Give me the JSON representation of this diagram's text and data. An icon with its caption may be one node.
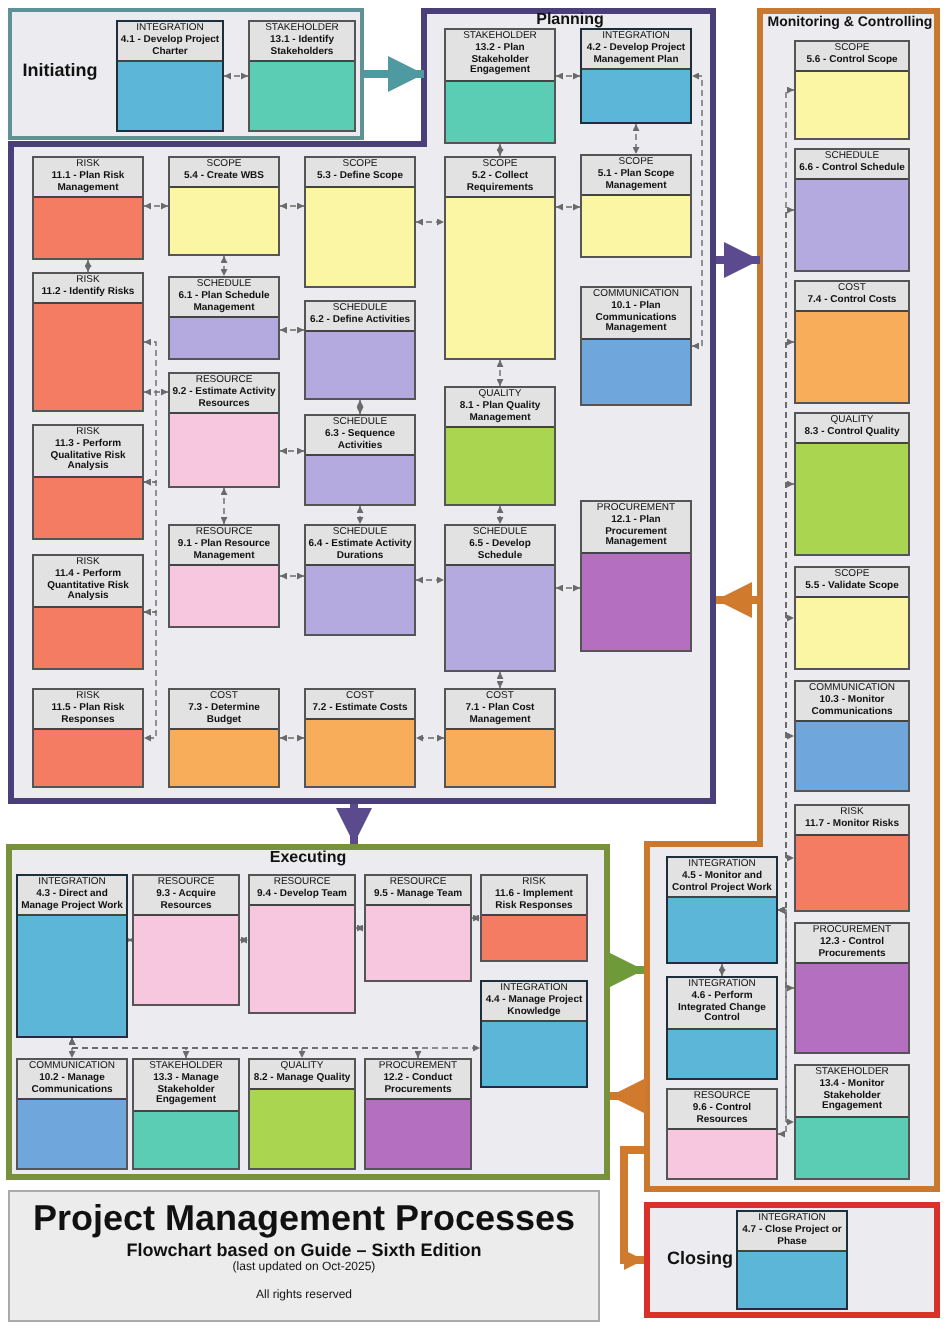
{
  "diagram": {
    "title": "Project Management Processes",
    "nodes": [
      {
        "text": [
          "Initiating"
        ]
      },
      {
        "text": [
          "INTEGRATION",
          "4.1 - Develop Project Charter"
        ],
        "in": 0
      },
      {
        "text": [
          "STAKEHOLDER",
          "13.1 - Identify Stakeholders"
        ],
        "in": 0
      },
      {
        "text": [
          "Planning"
        ]
      },
      {
        "text": [
          "STAKEHOLDER",
          "13.2 - Plan Stakeholder Engagement"
        ],
        "in": 3
      },
      {
        "text": [
          "INTEGRATION",
          "4.2 - Develop Project Management Plan"
        ],
        "in": 3
      },
      {
        "text": [
          "RISK",
          "11.1 - Plan Risk Management"
        ],
        "in": 3
      },
      {
        "text": [
          "RISK",
          "11.2 - Identify Risks"
        ],
        "in": 3
      },
      {
        "text": [
          "RISK",
          "11.3 - Perform Qualitative Risk Analysis"
        ],
        "in": 3
      },
      {
        "text": [
          "RISK",
          "11.4 - Perform Quantitative Risk Analysis"
        ],
        "in": 3
      },
      {
        "text": [
          "RISK",
          "11.5 - Plan Risk Responses"
        ],
        "in": 3
      },
      {
        "text": [
          "SCOPE",
          "5.4 - Create WBS"
        ],
        "in": 3
      },
      {
        "text": [
          "SCHEDULE",
          "6.1 - Plan Schedule Management"
        ],
        "in": 3
      },
      {
        "text": [
          "RESOURCE",
          "9.2 - Estimate Activity Resources"
        ],
        "in": 3
      },
      {
        "text": [
          "RESOURCE",
          "9.1 - Plan Resource Management"
        ],
        "in": 3
      },
      {
        "text": [
          "COST",
          "7.3 - Determine Budget"
        ],
        "in": 3
      },
      {
        "text": [
          "SCOPE",
          "5.3 - Define Scope"
        ],
        "in": 3
      },
      {
        "text": [
          "SCHEDULE",
          "6.2 - Define Activities"
        ],
        "in": 3
      },
      {
        "text": [
          "SCHEDULE",
          "6.3 - Sequence Activities"
        ],
        "in": 3
      },
      {
        "text": [
          "SCHEDULE",
          "6.4 - Estimate Activity Durations"
        ],
        "in": 3
      },
      {
        "text": [
          "COST",
          "7.2 - Estimate Costs"
        ],
        "in": 3
      },
      {
        "text": [
          "SCOPE",
          "5.2 - Collect Requirements"
        ],
        "in": 3
      },
      {
        "text": [
          "QUALITY",
          "8.1 - Plan Quality Management"
        ],
        "in": 3
      },
      {
        "text": [
          "SCHEDULE",
          "6.5 - Develop Schedule"
        ],
        "in": 3
      },
      {
        "text": [
          "COST",
          "7.1 - Plan Cost Management"
        ],
        "in": 3
      },
      {
        "text": [
          "SCOPE",
          "5.1 - Plan Scope Management"
        ],
        "in": 3
      },
      {
        "text": [
          "COMMUNICATION",
          "10.1 - Plan Communications Management"
        ],
        "in": 3
      },
      {
        "text": [
          "PROCUREMENT",
          "12.1 - Plan Procurement Management"
        ],
        "in": 3
      },
      {
        "text": [
          "Executing"
        ]
      },
      {
        "text": [
          "INTEGRATION",
          "4.3 - Direct and Manage Project Work"
        ],
        "in": 28
      },
      {
        "text": [
          "RESOURCE",
          "9.3 - Acquire Resources"
        ],
        "in": 28
      },
      {
        "text": [
          "RESOURCE",
          "9.4 - Develop Team"
        ],
        "in": 28
      },
      {
        "text": [
          "RESOURCE",
          "9.5 - Manage Team"
        ],
        "in": 28
      },
      {
        "text": [
          "RISK",
          "11.6 - Implement Risk Responses"
        ],
        "in": 28
      },
      {
        "text": [
          "INTEGRATION",
          "4.4 - Manage Project Knowledge"
        ],
        "in": 28
      },
      {
        "text": [
          "COMMUNICATION",
          "10.2 - Manage Communications"
        ],
        "in": 28
      },
      {
        "text": [
          "STAKEHOLDER",
          "13.3 - Manage Stakeholder Engagement"
        ],
        "in": 28
      },
      {
        "text": [
          "QUALITY",
          "8.2 - Manage Quality"
        ],
        "in": 28
      },
      {
        "text": [
          "PROCUREMENT",
          "12.2 - Conduct Procurements"
        ],
        "in": 28
      },
      {
        "text": [
          "Monitoring & Controlling"
        ]
      },
      {
        "text": [
          "SCOPE",
          "5.6 - Control Scope"
        ],
        "in": 39
      },
      {
        "text": [
          "SCHEDULE",
          "6.6 - Control Schedule"
        ],
        "in": 39
      },
      {
        "text": [
          "COST",
          "7.4 - Control Costs"
        ],
        "in": 39
      },
      {
        "text": [
          "QUALITY",
          "8.3 - Control Quality"
        ],
        "in": 39
      },
      {
        "text": [
          "SCOPE",
          "5.5 - Validate Scope"
        ],
        "in": 39
      },
      {
        "text": [
          "COMMUNICATION",
          "10.3 - Monitor Communications"
        ],
        "in": 39
      },
      {
        "text": [
          "RISK",
          "11.7 - Monitor Risks"
        ],
        "in": 39
      },
      {
        "text": [
          "PROCUREMENT",
          "12.3 - Control Procurements"
        ],
        "in": 39
      },
      {
        "text": [
          "STAKEHOLDER",
          "13.4 - Monitor Stakeholder Engagement"
        ],
        "in": 39
      },
      {
        "text": [
          "INTEGRATION",
          "4.5 - Monitor and Control Project Work"
        ],
        "in": 39
      },
      {
        "text": [
          "INTEGRATION",
          "4.6 - Perform Integrated Change Control"
        ],
        "in": 39
      },
      {
        "text": [
          "RESOURCE",
          "9.6 - Control Resources"
        ],
        "in": 39
      },
      {
        "text": [
          "Closing"
        ]
      },
      {
        "text": [
          "INTEGRATION",
          "4.7 - Close Project or Phase"
        ],
        "in": 52
      }
    ],
    "edges": [
      {
        "from": 1,
        "to": 2,
        "arrow": "both",
        "style": "dashed"
      },
      {
        "from": 0,
        "to": 3,
        "arrow": "to",
        "style": "thick",
        "color": "#4f9aa0"
      },
      {
        "from": 6,
        "to": 11,
        "arrow": "both",
        "style": "dashed"
      },
      {
        "from": 6,
        "to": 7,
        "arrow": "both",
        "style": "dashed"
      },
      {
        "from": 11,
        "to": 16,
        "arrow": "both",
        "style": "dashed"
      },
      {
        "from": 16,
        "to": 21,
        "arrow": "both",
        "style": "dashed"
      },
      {
        "from": 11,
        "to": 12,
        "arrow": "both",
        "style": "dashed"
      },
      {
        "from": 12,
        "to": 17,
        "arrow": "both",
        "style": "dashed"
      },
      {
        "from": 17,
        "to": 18,
        "arrow": "both",
        "style": "dashed"
      },
      {
        "from": 18,
        "to": 13,
        "arrow": "both",
        "style": "dashed"
      },
      {
        "from": 13,
        "to": 14,
        "arrow": "both",
        "style": "dashed"
      },
      {
        "from": 14,
        "to": 19,
        "arrow": "both",
        "style": "dashed"
      },
      {
        "from": 18,
        "to": 19,
        "arrow": "both",
        "style": "dashed"
      },
      {
        "from": 19,
        "to": 23,
        "arrow": "both",
        "style": "dashed"
      },
      {
        "from": 7,
        "to": 13,
        "arrow": "both",
        "style": "dashed"
      },
      {
        "from": 7,
        "to": 8,
        "arrow": "both",
        "style": "dashed"
      },
      {
        "from": 8,
        "to": 9,
        "arrow": "both",
        "style": "dashed"
      },
      {
        "from": 9,
        "to": 10,
        "arrow": "both",
        "style": "dashed"
      },
      {
        "from": 24,
        "to": 20,
        "arrow": "both",
        "style": "dashed"
      },
      {
        "from": 20,
        "to": 15,
        "arrow": "both",
        "style": "dashed"
      },
      {
        "from": 23,
        "to": 24,
        "arrow": "both",
        "style": "dashed"
      },
      {
        "from": 4,
        "to": 5,
        "arrow": "both",
        "style": "dashed"
      },
      {
        "from": 4,
        "to": 21,
        "arrow": "both",
        "style": "dashed"
      },
      {
        "from": 5,
        "to": 25,
        "arrow": "both",
        "style": "dashed"
      },
      {
        "from": 21,
        "to": 25,
        "arrow": "both",
        "style": "dashed"
      },
      {
        "from": 21,
        "to": 22,
        "arrow": "both",
        "style": "dashed"
      },
      {
        "from": 22,
        "to": 23,
        "arrow": "both",
        "style": "dashed"
      },
      {
        "from": 23,
        "to": 27,
        "arrow": "both",
        "style": "dashed"
      },
      {
        "from": 26,
        "to": 5,
        "arrow": "both",
        "style": "dashed"
      },
      {
        "from": 3,
        "to": 28,
        "arrow": "to",
        "style": "thick",
        "color": "#5b4a8e"
      },
      {
        "from": 3,
        "to": 39,
        "arrow": "to",
        "style": "thick",
        "color": "#5b4a8e"
      },
      {
        "from": 39,
        "to": 3,
        "arrow": "to",
        "style": "thick",
        "color": "#d07a2e"
      },
      {
        "from": 29,
        "to": 30,
        "arrow": "both",
        "style": "dashed"
      },
      {
        "from": 30,
        "to": 31,
        "arrow": "both",
        "style": "dashed"
      },
      {
        "from": 31,
        "to": 32,
        "arrow": "both",
        "style": "dashed"
      },
      {
        "from": 32,
        "to": 33,
        "arrow": "both",
        "style": "dashed"
      },
      {
        "from": 29,
        "to": 35,
        "arrow": "both",
        "style": "dashed"
      },
      {
        "from": 29,
        "to": 36,
        "arrow": "both",
        "style": "dashed"
      },
      {
        "from": 29,
        "to": 37,
        "arrow": "both",
        "style": "dashed"
      },
      {
        "from": 29,
        "to": 38,
        "arrow": "both",
        "style": "dashed"
      },
      {
        "from": 29,
        "to": 34,
        "arrow": "both",
        "style": "dashed"
      },
      {
        "from": 28,
        "to": 39,
        "arrow": "to",
        "style": "thick",
        "color": "#6e9a3a"
      },
      {
        "from": 39,
        "to": 28,
        "arrow": "to",
        "style": "thick",
        "color": "#d07a2e"
      },
      {
        "from": 49,
        "to": 40,
        "arrow": "both",
        "style": "dashed"
      },
      {
        "from": 49,
        "to": 41,
        "arrow": "both",
        "style": "dashed"
      },
      {
        "from": 49,
        "to": 42,
        "arrow": "both",
        "style": "dashed"
      },
      {
        "from": 49,
        "to": 43,
        "arrow": "both",
        "style": "dashed"
      },
      {
        "from": 49,
        "to": 44,
        "arrow": "both",
        "style": "dashed"
      },
      {
        "from": 49,
        "to": 45,
        "arrow": "both",
        "style": "dashed"
      },
      {
        "from": 49,
        "to": 46,
        "arrow": "both",
        "style": "dashed"
      },
      {
        "from": 49,
        "to": 47,
        "arrow": "both",
        "style": "dashed"
      },
      {
        "from": 49,
        "to": 48,
        "arrow": "both",
        "style": "dashed"
      },
      {
        "from": 49,
        "to": 50,
        "arrow": "both",
        "style": "dashed"
      },
      {
        "from": 51,
        "to": 49,
        "arrow": "both",
        "style": "dashed"
      },
      {
        "from": 39,
        "to": 52,
        "arrow": "to",
        "style": "thick",
        "color": "#d07a2e"
      }
    ],
    "labels": [
      "Flowchart based on Guide – Sixth Edition",
      "(last updated on Oct-2025)",
      "All rights reserved"
    ]
  }
}
